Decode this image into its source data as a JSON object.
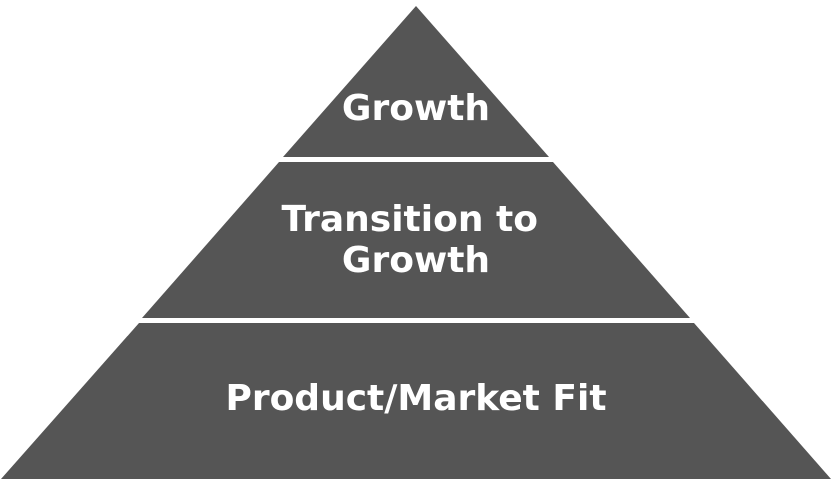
{
  "diagram": {
    "type": "pyramid",
    "fill_color": "#555555",
    "text_color": "#ffffff",
    "divider_color": "#ffffff",
    "tiers": [
      {
        "lines": [
          "Growth"
        ]
      },
      {
        "lines": [
          "Transition to",
          "Growth"
        ]
      },
      {
        "lines": [
          "Product/Market Fit"
        ]
      }
    ]
  }
}
